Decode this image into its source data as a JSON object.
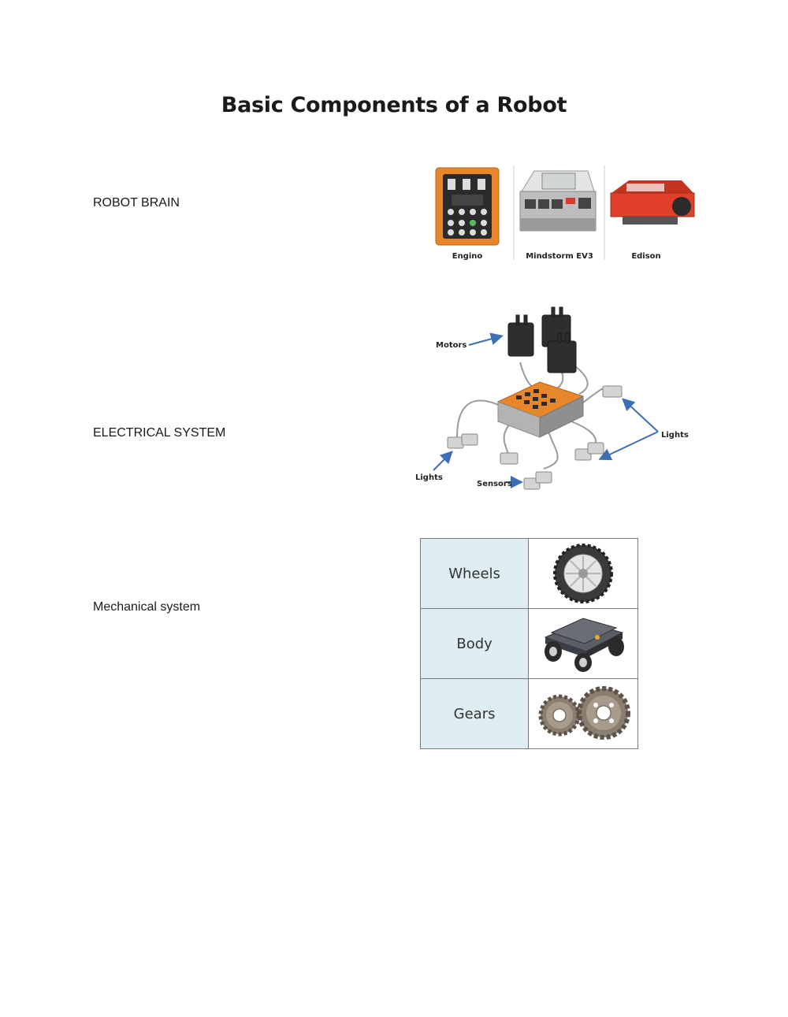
{
  "document": {
    "title": "Basic Components of a Robot"
  },
  "sections": {
    "robot_brain": {
      "label": "ROBOT BRAIN",
      "captions": [
        "Engino",
        "Mindstorm EV3",
        "Edison"
      ]
    },
    "electrical_system": {
      "label": "ELECTRICAL SYSTEM",
      "captions": {
        "motors": "Motors",
        "lights_right": "Lights",
        "lights_left": "Lights",
        "sensors": "Sensors"
      }
    },
    "mechanical_system": {
      "label": "Mechanical system",
      "rows": [
        {
          "name": "Wheels",
          "icon": "wheel-icon"
        },
        {
          "name": "Body",
          "icon": "robot-chassis-icon"
        },
        {
          "name": "Gears",
          "icon": "gears-icon"
        }
      ]
    }
  },
  "colors": {
    "table_label_bg": "#deedf2",
    "engino_orange": "#e8862a",
    "arrow_blue": "#3d6fb6",
    "edison_red": "#e0402b"
  }
}
